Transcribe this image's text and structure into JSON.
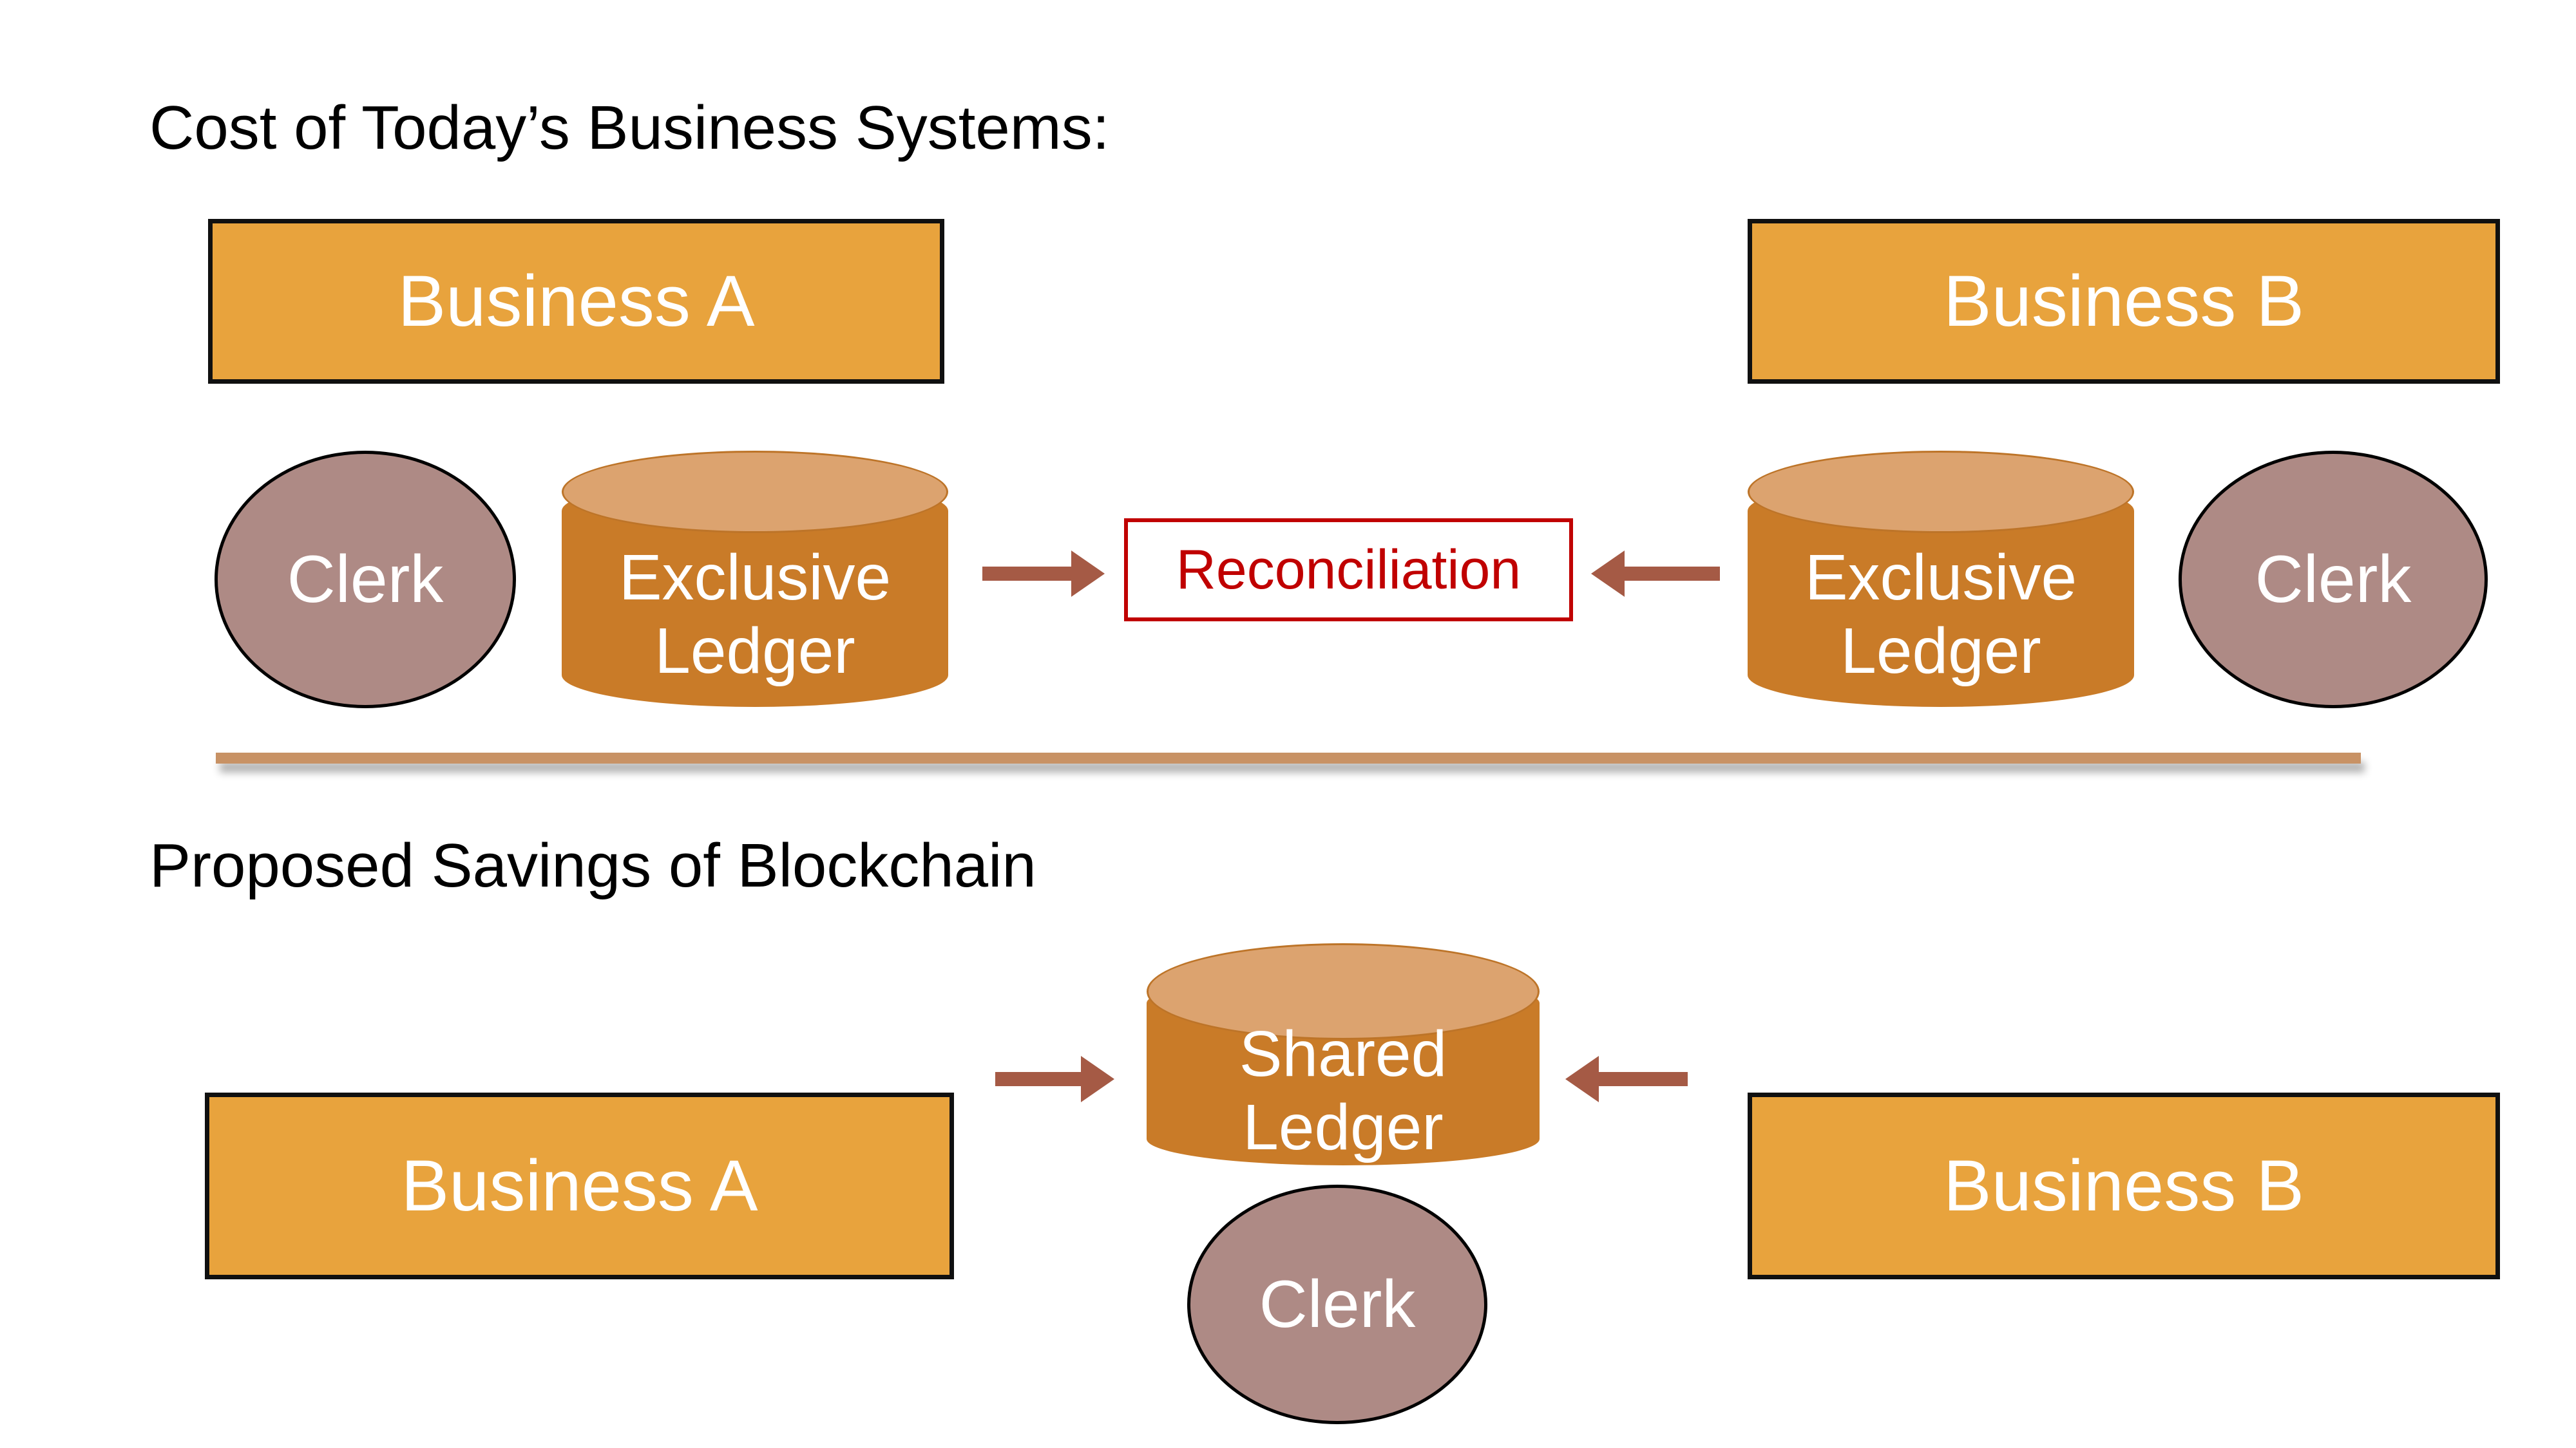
{
  "slide": {
    "background_color": "#FFFFFF",
    "sections": {
      "top_title": "Cost of Today’s Business Systems:",
      "bottom_title": "Proposed Savings of Blockchain"
    }
  },
  "colors": {
    "business_box_fill": "#E8A33D",
    "business_box_border": "#101010",
    "business_box_text": "#FFFFFF",
    "clerk_fill": "#AE8A85",
    "clerk_border": "#000000",
    "clerk_text": "#FFFFFF",
    "cylinder_body": "#C97B28",
    "cylinder_top": "#DCA36F",
    "cylinder_text": "#FFFFFF",
    "reconciliation_border": "#C00000",
    "reconciliation_text": "#C00000",
    "reconciliation_fill": "#FFFFFF",
    "arrow": "#A55A45",
    "divider": "#C89265",
    "title_text": "#000000"
  },
  "top_section": {
    "title": "Cost of Today’s Business Systems:",
    "business_a": {
      "label": "Business A"
    },
    "business_b": {
      "label": "Business B"
    },
    "clerk_a": {
      "label": "Clerk"
    },
    "clerk_b": {
      "label": "Clerk"
    },
    "ledger_a": {
      "label": "Exclusive\nLedger"
    },
    "ledger_b": {
      "label": "Exclusive\nLedger"
    },
    "reconciliation": {
      "label": "Reconciliation"
    },
    "arrow_a_to_reconciliation": {
      "direction": "right"
    },
    "arrow_b_to_reconciliation": {
      "direction": "left"
    }
  },
  "divider": {
    "label": "section-divider"
  },
  "bottom_section": {
    "title": "Proposed Savings of Blockchain",
    "business_a": {
      "label": "Business A"
    },
    "business_b": {
      "label": "Business B"
    },
    "shared_ledger": {
      "label": "Shared\nLedger"
    },
    "clerk": {
      "label": "Clerk"
    },
    "arrow_a_to_shared": {
      "direction": "right"
    },
    "arrow_b_to_shared": {
      "direction": "left"
    }
  }
}
